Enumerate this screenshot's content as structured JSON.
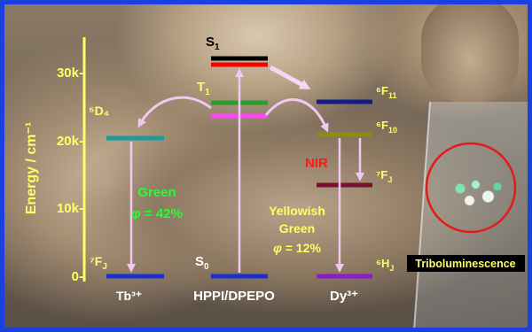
{
  "axis": {
    "title": "Energy / cm⁻¹",
    "ticks": [
      {
        "label": "30k-",
        "energy": 30000
      },
      {
        "label": "20k-",
        "energy": 20000
      },
      {
        "label": "10k-",
        "energy": 10000
      },
      {
        "label": "0-",
        "energy": 0
      }
    ]
  },
  "tb": {
    "upper": "⁵D₄",
    "lower": "⁷F",
    "lower_sub": "J",
    "ion": "Tb³⁺",
    "emission": "Green",
    "phi_symbol": "φ",
    "phi_value": " = 42%"
  },
  "ligand": {
    "s1": "S",
    "s1_sub": "1",
    "t1": "T",
    "t1_sub": "1",
    "s0": "S",
    "s0_sub": "0",
    "name": "HPPI/DPEPO"
  },
  "dy": {
    "f11": "⁶F",
    "f11_sub": "11",
    "f10": "⁶F",
    "f10_sub": "10",
    "fj": "⁷F",
    "fj_sub": "J",
    "h": "⁶H",
    "h_sub": "J",
    "ion": "Dy³⁺",
    "nir": "NIR",
    "emission_1": "Yellowish",
    "emission_2": "Green",
    "phi_symbol": "φ",
    "phi_value": " = 12%"
  },
  "tribo": "Triboluminescence",
  "colors": {
    "axis": "#ffff66",
    "label_yellow": "#ffff66",
    "green_text": "#22ff33",
    "nir_text": "#ff1a1a",
    "black_level": "#000000",
    "red_level": "#ff0000",
    "green_level": "#2c9c2c",
    "magenta_level": "#ff44ff",
    "blue_level": "#1a2fd0",
    "teal_level": "#1b9c9c",
    "navy_level": "#141c8c",
    "olive_level": "#8c8c14",
    "maroon_level": "#7a1030",
    "purple_level": "#8c1ad0",
    "arrow": "#f2c8f2",
    "circle": "#e21a1a",
    "frame": "#1c3fe0"
  }
}
